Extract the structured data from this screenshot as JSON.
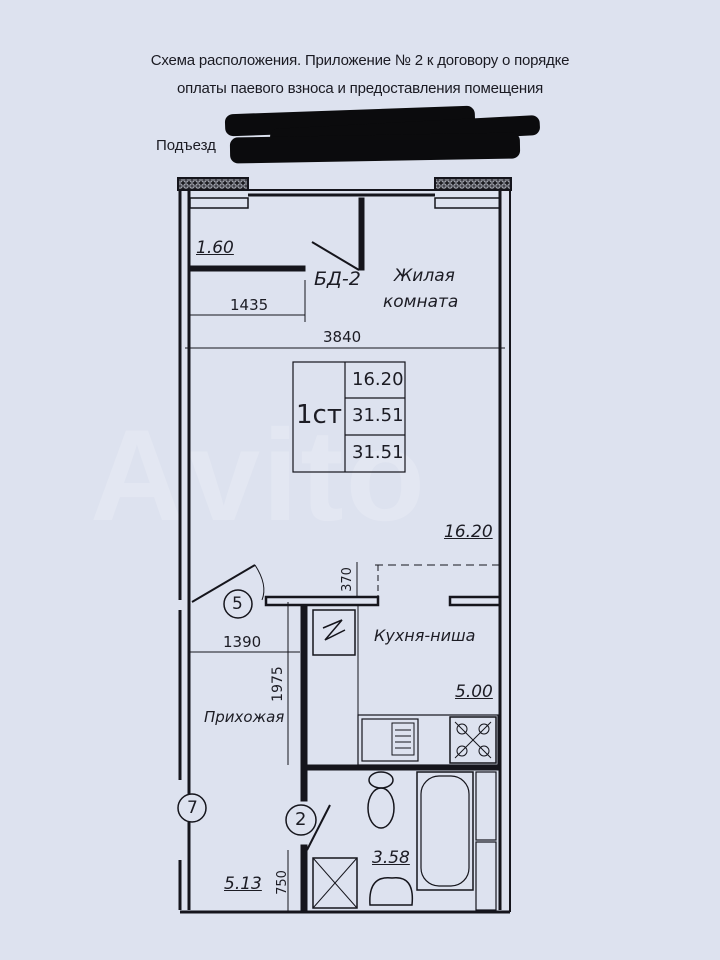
{
  "header": {
    "line1": "Схема расположения. Приложение № 2 к договору  о порядке",
    "line2": "оплаты паевого взноса и предоставления помещения",
    "line3_prefix": "Подъезд"
  },
  "plan": {
    "closet_area": "1.60",
    "closet_code": "БД-2",
    "living_room_label_1": "Жилая",
    "living_room_label_2": "комната",
    "dim_1435": "1435",
    "dim_3840": "3840",
    "apartment_type": "1ст",
    "living_area": "16.20",
    "total_area": "31.51",
    "total_area_2": "31.51",
    "living_room_area": "16.20",
    "dim_370": "370",
    "room_5": "5",
    "dim_1390": "1390",
    "kitchen_label": "Кухня-ниша",
    "dim_1975": "1975",
    "kitchen_area": "5.00",
    "hall_label": "Прихожая",
    "room_7": "7",
    "room_2": "2",
    "bath_area": "3.58",
    "hall_area": "5.13",
    "dim_750": "750"
  },
  "watermark": "Avito"
}
